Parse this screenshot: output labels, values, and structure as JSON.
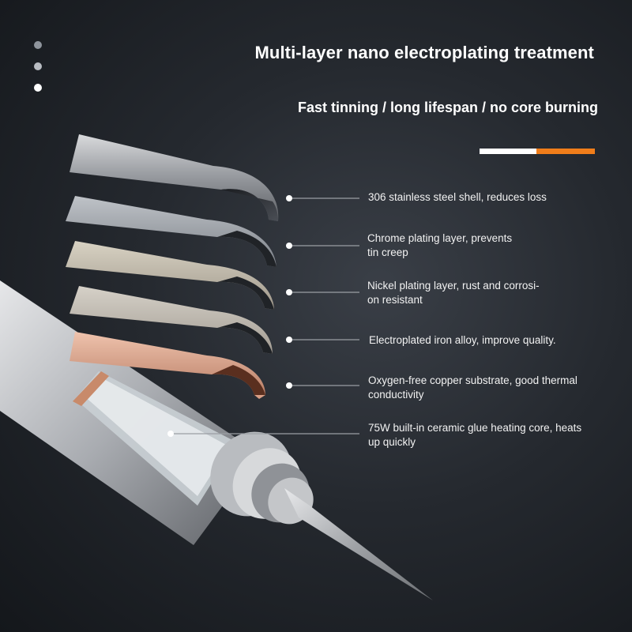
{
  "title": "Multi-layer nano electroplating treatment",
  "subtitle": "Fast tinning / long lifespan / no core burning",
  "colors": {
    "accent_orange": "#f07d1a",
    "accent_white": "#ffffff",
    "dot_gray": "#9aa0a8",
    "dot_white": "#ffffff"
  },
  "layers": [
    {
      "name": "stainless-steel-shell",
      "label": "306 stainless steel shell, reduces loss"
    },
    {
      "name": "chrome-plating",
      "label": "Chrome plating layer, prevents\ntin creep"
    },
    {
      "name": "nickel-plating",
      "label": "Nickel plating layer, rust and corrosi-\non resistant"
    },
    {
      "name": "iron-alloy",
      "label": "Electroplated iron alloy, improve quality."
    },
    {
      "name": "copper-substrate",
      "label": "Oxygen-free copper substrate, good thermal\nconductivity"
    },
    {
      "name": "ceramic-core",
      "label": "75W built-in ceramic glue heating core, heats\nup quickly"
    }
  ]
}
